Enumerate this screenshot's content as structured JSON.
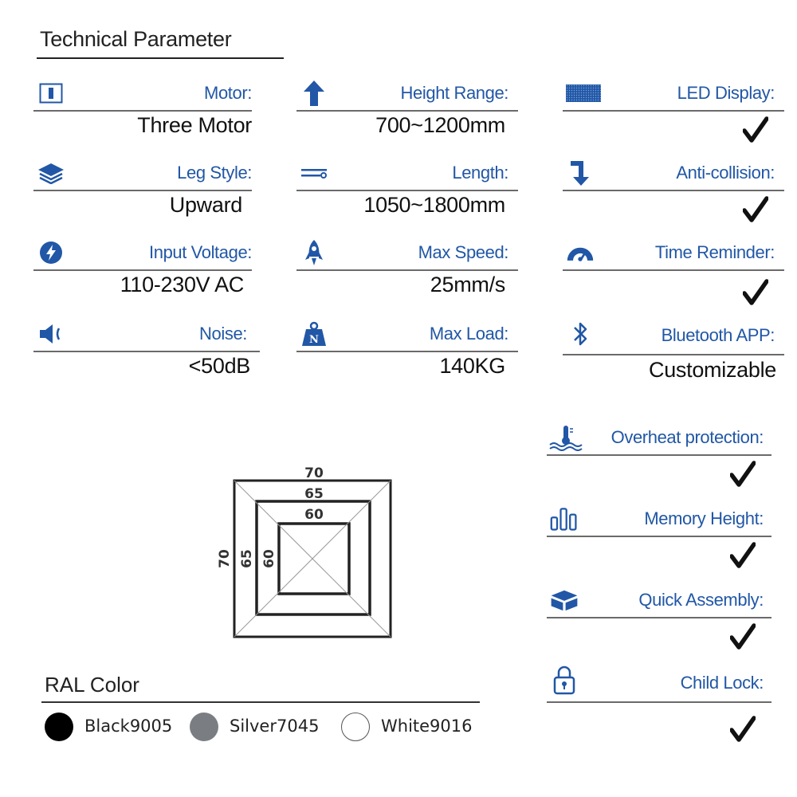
{
  "title": "Technical Parameter",
  "params": {
    "motor": {
      "label": "Motor:",
      "value": "Three Motor"
    },
    "height_range": {
      "label": "Height Range:",
      "value": "700~1200mm"
    },
    "led_display": {
      "label": "LED Display:",
      "check": true
    },
    "leg_style": {
      "label": "Leg Style:",
      "value": "Upward"
    },
    "length": {
      "label": "Length:",
      "value": "1050~1800mm"
    },
    "anti_collision": {
      "label": "Anti-collision:",
      "check": true
    },
    "input_voltage": {
      "label": "Input Voltage:",
      "value": "110-230V AC"
    },
    "max_speed": {
      "label": "Max Speed:",
      "value": "25mm/s"
    },
    "time_reminder": {
      "label": "Time Reminder:",
      "check": true
    },
    "noise": {
      "label": "Noise:",
      "value": "<50dB"
    },
    "max_load": {
      "label": "Max Load:",
      "value": "140KG"
    },
    "bluetooth": {
      "label": "Bluetooth APP:",
      "value": "Customizable"
    },
    "overheat": {
      "label": "Overheat protection:",
      "check": true
    },
    "memory_height": {
      "label": "Memory Height:",
      "check": true
    },
    "quick_assembly": {
      "label": "Quick Assembly:",
      "check": true
    },
    "child_lock": {
      "label": "Child Lock:",
      "check": true
    }
  },
  "diagram": {
    "outer": "70",
    "middle": "65",
    "inner": "60"
  },
  "ral": {
    "title": "RAL Color",
    "colors": [
      {
        "name": "Black9005",
        "hex": "#000000"
      },
      {
        "name": "Silver7045",
        "hex": "#7a7e83"
      },
      {
        "name": "White9016",
        "hex": "#ffffff"
      }
    ]
  },
  "colors": {
    "accent": "#2157a6",
    "text": "#111111"
  }
}
